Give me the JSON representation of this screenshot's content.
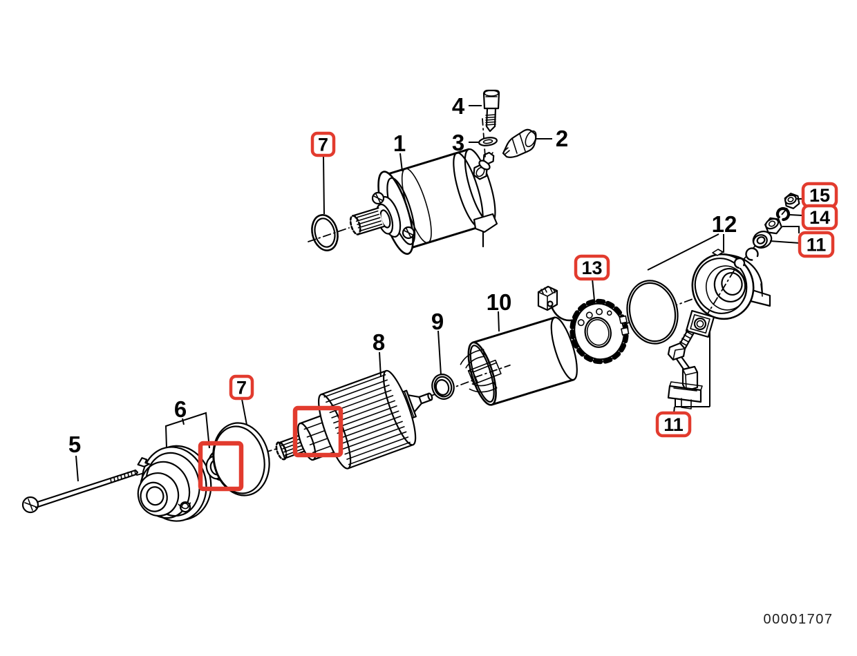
{
  "page": {
    "background": "#ffffff"
  },
  "colors": {
    "line": "#000000",
    "highlight_red": "#e23b2e"
  },
  "doc_number": "00001707",
  "labels": {
    "c1": "1",
    "c2": "2",
    "c3": "3",
    "c4": "4",
    "c5": "5",
    "c6": "6",
    "c7a": "7",
    "c7b": "7",
    "c8": "8",
    "c9": "9",
    "c10": "10",
    "c11a": "11",
    "c11b": "11",
    "c12": "12",
    "c13": "13",
    "c14": "14",
    "c15": "15"
  },
  "boxed_callouts": [
    "7",
    "7",
    "11",
    "11",
    "13",
    "14",
    "15"
  ],
  "plain_callouts": [
    "1",
    "2",
    "3",
    "4",
    "5",
    "6",
    "8",
    "9",
    "10",
    "12"
  ]
}
